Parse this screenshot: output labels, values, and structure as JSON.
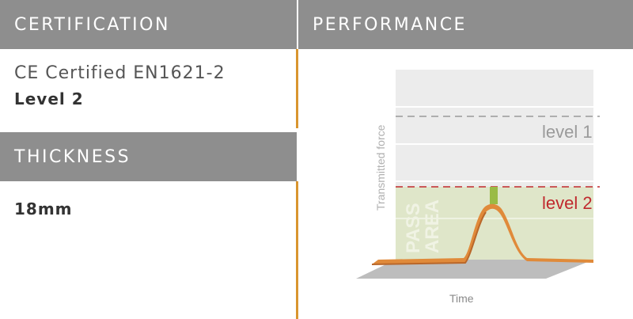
{
  "certification": {
    "header": "CERTIFICATION",
    "line1": "CE Certified EN1621-2",
    "line2": "Level 2"
  },
  "thickness": {
    "header": "THICKNESS",
    "value": "18mm"
  },
  "performance": {
    "header": "PERFORMANCE",
    "chart": {
      "y_label": "Transmitted force",
      "x_label": "Time",
      "level1_label": "level 1",
      "level2_label": "level 2",
      "pass_area_line1": "PASS",
      "pass_area_line2": "AREA"
    }
  },
  "colors": {
    "header_bg": "#8e8e8e",
    "divider": "#d9952f",
    "level1": "#9a9a9a",
    "level2": "#c0282d",
    "pass_area": "#dfe6c9",
    "curve": "#e08a3a"
  }
}
